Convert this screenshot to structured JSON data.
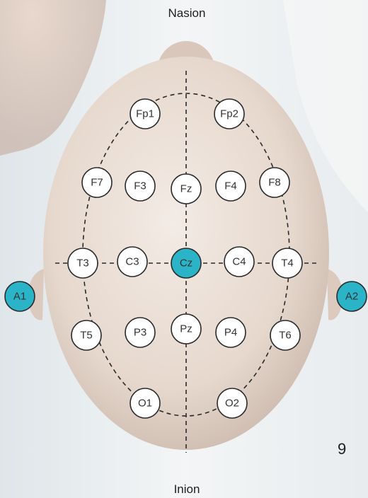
{
  "labels": {
    "top": "Nasion",
    "bottom": "Inion",
    "page_number": "9"
  },
  "colors": {
    "scalp": "#ede3dc",
    "scalp_shadow": "#c9b6aa",
    "electrode_fill": "#ffffff",
    "electrode_active": "#2bb3c8",
    "outline": "#2a2a2a"
  },
  "electrodes": [
    {
      "label": "Fp1",
      "active": false
    },
    {
      "label": "Fp2",
      "active": false
    },
    {
      "label": "F7",
      "active": false
    },
    {
      "label": "F3",
      "active": false
    },
    {
      "label": "Fz",
      "active": false
    },
    {
      "label": "F4",
      "active": false
    },
    {
      "label": "F8",
      "active": false
    },
    {
      "label": "T3",
      "active": false
    },
    {
      "label": "C3",
      "active": false
    },
    {
      "label": "Cz",
      "active": true
    },
    {
      "label": "C4",
      "active": false
    },
    {
      "label": "T4",
      "active": false
    },
    {
      "label": "T5",
      "active": false
    },
    {
      "label": "P3",
      "active": false
    },
    {
      "label": "Pz",
      "active": false
    },
    {
      "label": "P4",
      "active": false
    },
    {
      "label": "T6",
      "active": false
    },
    {
      "label": "O1",
      "active": false
    },
    {
      "label": "O2",
      "active": false
    },
    {
      "label": "A1",
      "active": true
    },
    {
      "label": "A2",
      "active": true
    }
  ]
}
